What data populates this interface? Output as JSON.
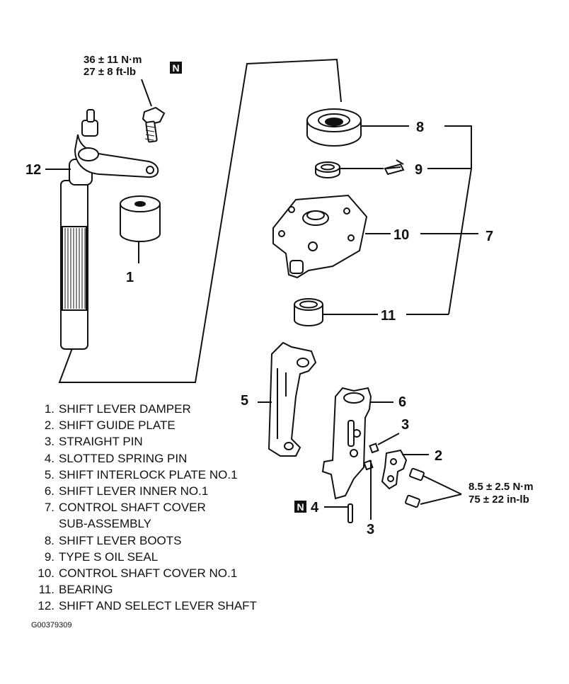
{
  "torque_top": {
    "line1": "36 ± 11 N·m",
    "line2": "27 ± 8 ft-lb"
  },
  "torque_right": {
    "line1": "8.5 ± 2.5 N·m",
    "line2": "75 ± 22 in-lb"
  },
  "new_part_badge": "N",
  "callouts": {
    "c1": "1",
    "c2": "2",
    "c3a": "3",
    "c3b": "3",
    "c4": "4",
    "c5": "5",
    "c6": "6",
    "c7": "7",
    "c8": "8",
    "c9": "9",
    "c10": "10",
    "c11": "11",
    "c12": "12"
  },
  "legend": [
    {
      "num": "1.",
      "text": "SHIFT LEVER DAMPER"
    },
    {
      "num": "2.",
      "text": "SHIFT GUIDE PLATE"
    },
    {
      "num": "3.",
      "text": "STRAIGHT PIN"
    },
    {
      "num": "4.",
      "text": "SLOTTED SPRING PIN"
    },
    {
      "num": "5.",
      "text": "SHIFT INTERLOCK PLATE NO.1"
    },
    {
      "num": "6.",
      "text": "SHIFT LEVER INNER NO.1"
    },
    {
      "num": "7.",
      "text": "CONTROL SHAFT COVER"
    },
    {
      "num": "",
      "text": "SUB-ASSEMBLY"
    },
    {
      "num": "8.",
      "text": "SHIFT LEVER BOOTS"
    },
    {
      "num": "9.",
      "text": "TYPE S OIL SEAL"
    },
    {
      "num": "10.",
      "text": "CONTROL SHAFT COVER NO.1"
    },
    {
      "num": "11.",
      "text": "BEARING"
    },
    {
      "num": "12.",
      "text": "SHIFT AND SELECT LEVER SHAFT"
    }
  ],
  "figure_id": "G00379309"
}
